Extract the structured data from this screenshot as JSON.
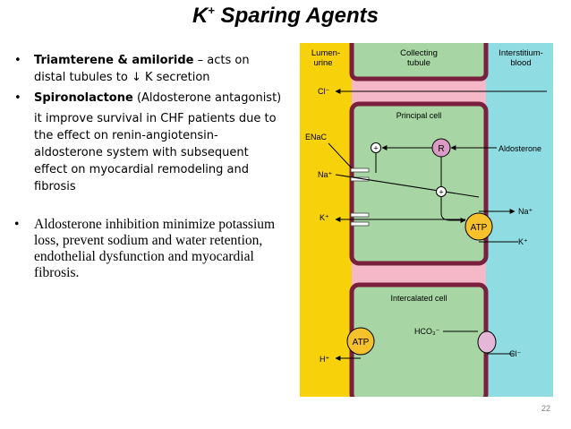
{
  "title": {
    "main": "K",
    "sup": "+",
    "rest": " Sparing Agents"
  },
  "bullets": {
    "b1": {
      "marker": "•",
      "bold": "Triamterene & amiloride",
      "text": " – acts on distal tubules to ↓ K secretion"
    },
    "b2": {
      "marker": "•",
      "bold": "Spironolactone",
      "text": " (Aldosterone antagonist)"
    },
    "b2_detail": "it improve survival in CHF patients due to the effect on renin-angiotensin-aldosterone system with subsequent effect on myocardial remodeling and fibrosis",
    "b3": {
      "marker": "•",
      "text": "Aldosterone inhibition minimize potassium loss, prevent sodium and water retention, endothelial dysfunction and myocardial fibrosis."
    }
  },
  "diagram": {
    "lumen_label_1": "Lumen-",
    "lumen_label_2": "urine",
    "tubule_label_1": "Collecting",
    "tubule_label_2": "tubule",
    "interstitium_label_1": "Interstitium-",
    "interstitium_label_2": "blood",
    "cl_top": "Cl⁻",
    "principal_cell": "Principal cell",
    "enac": "ENaC",
    "plus_1": "+",
    "receptor": "R",
    "aldosterone": "Aldosterone",
    "na_in": "Na⁺",
    "plus_2": "+",
    "na_out": "Na⁺",
    "k_in": "K⁺",
    "atp_1": "ATP",
    "k_out": "K⁺",
    "intercalated_cell": "Intercalated cell",
    "atp_2": "ATP",
    "hco3": "HCO₃⁻",
    "h_plus": "H⁺",
    "cl_bottom": "Cl⁻"
  },
  "colors": {
    "lumen": "#f7d20a",
    "interstitium": "#8fdde3",
    "cell": "#a7d6a4",
    "membrane": "#7a1f3d",
    "atp": "#f6c22c",
    "receptor": "#d99ac3",
    "transporter": "#e5b7d6"
  },
  "page_number": "22"
}
